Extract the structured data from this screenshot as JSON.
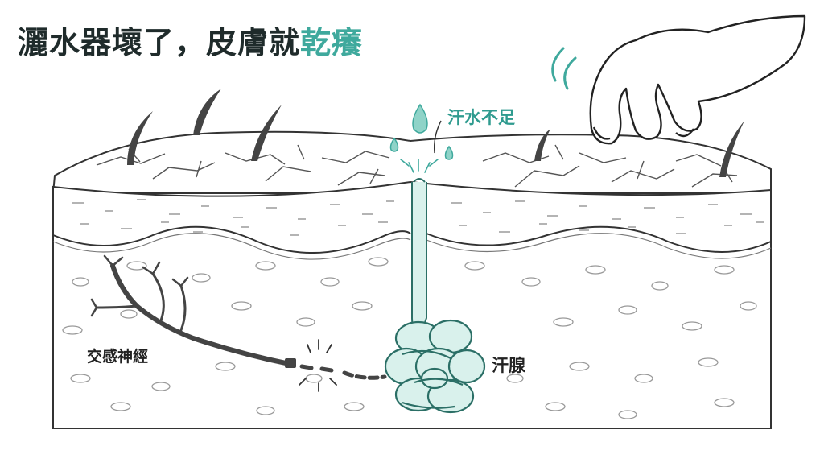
{
  "title": {
    "main": "灑水器壞了，皮膚就",
    "accent": "乾癢"
  },
  "labels": {
    "sweat_lack": "汗水不足",
    "sweat_gland": "汗腺",
    "sympathetic_nerve": "交感神經"
  },
  "colors": {
    "ink": "#1f2b2b",
    "accent": "#3fa99d",
    "gland_fill": "#d9f1ec",
    "skin_fill": "#ffffff"
  },
  "icons": [
    "water-drop-icon",
    "hand-icon",
    "hair-icon"
  ]
}
